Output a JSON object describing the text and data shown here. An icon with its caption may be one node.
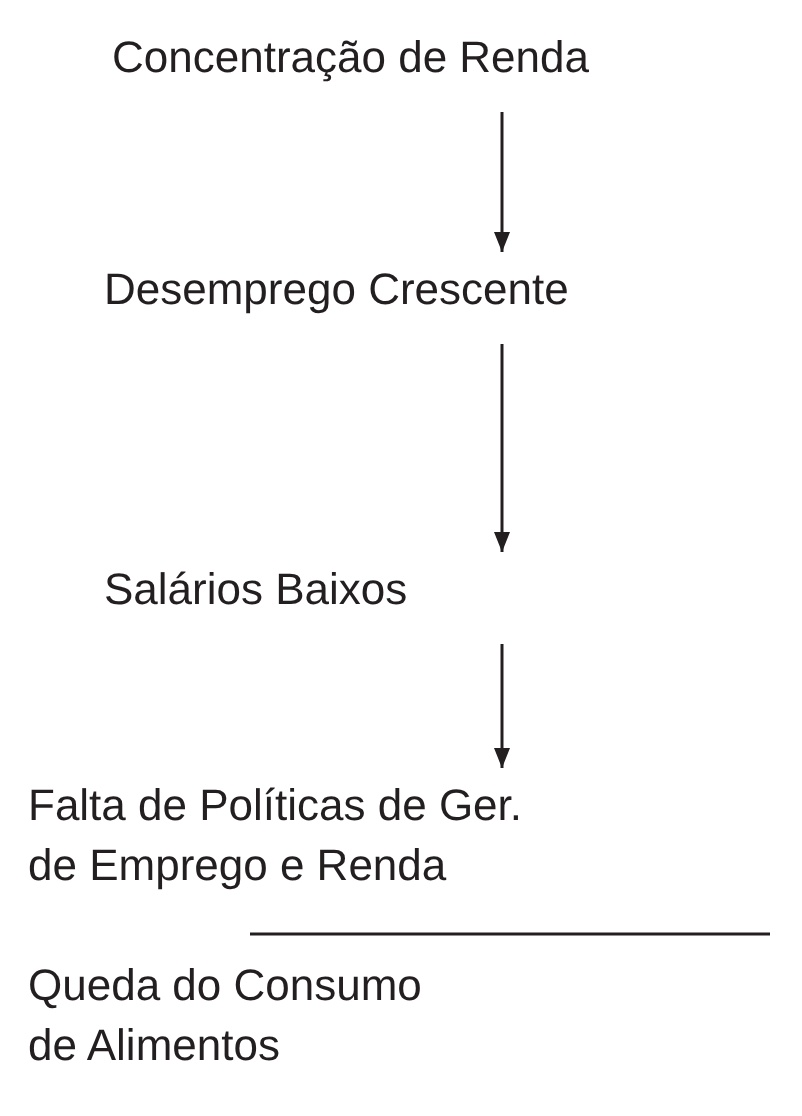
{
  "diagram": {
    "nodes": [
      {
        "text": [
          "Concentração de Renda"
        ]
      },
      {
        "text": [
          "Desemprego Crescente"
        ]
      },
      {
        "text": [
          "Salários Baixos"
        ]
      },
      {
        "text": [
          "Falta de Políticas de Ger. de Emprego e Renda"
        ]
      },
      {
        "text": [
          "Queda do Consumo de Alimentos"
        ]
      }
    ],
    "edges": [
      {
        "from": 0,
        "to": 1,
        "arrow": "to"
      },
      {
        "from": 1,
        "to": 2,
        "arrow": "to"
      },
      {
        "from": 2,
        "to": 3,
        "arrow": "to"
      }
    ]
  }
}
